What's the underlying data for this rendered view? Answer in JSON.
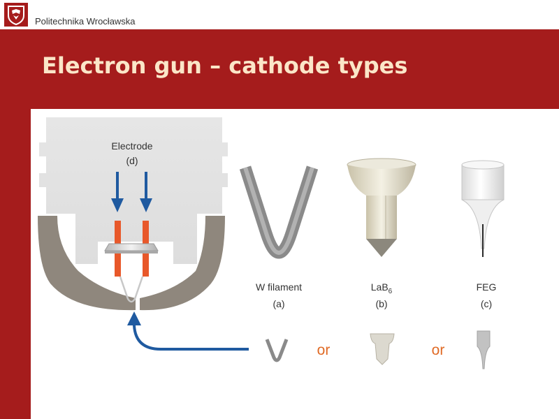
{
  "header": {
    "org_name": "Politechnika Wrocławska",
    "logo_icon": "university-crest-icon"
  },
  "slide": {
    "title": "Electron gun – cathode types"
  },
  "diagram": {
    "electrode_label": "Electrode",
    "electrode_letter": "(d)",
    "cathodes": [
      {
        "name": "W filament",
        "letter": "(a)"
      },
      {
        "name": "LaB",
        "subscript": "6",
        "letter": "(b)"
      },
      {
        "name": "FEG",
        "letter": "(c)"
      }
    ],
    "connector_word": "or"
  },
  "colors": {
    "brand_red": "#a51c1c",
    "title_text": "#fbe6c8",
    "arrow_blue": "#1f5aa0",
    "electrode_orange": "#e8582a",
    "or_orange": "#e06a25",
    "housing_grey": "#e2e2e2",
    "wehnelt_brown": "#8f877d"
  }
}
